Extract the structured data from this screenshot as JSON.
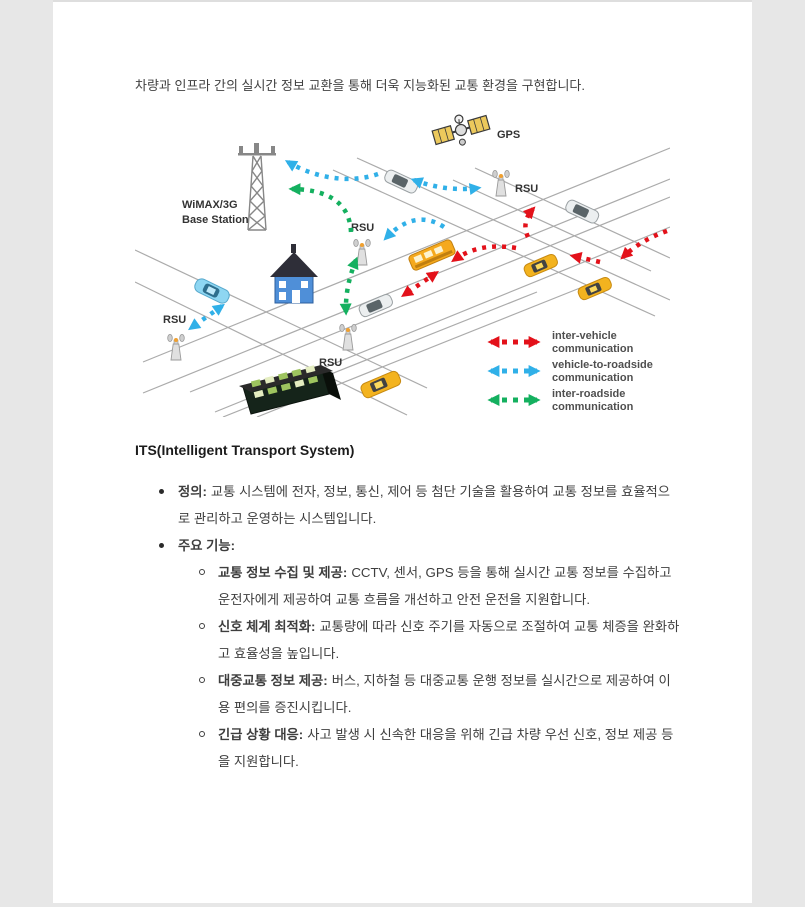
{
  "page": {
    "background_color": "#e7e7e7",
    "paper_color": "#ffffff"
  },
  "document": {
    "intro": "차량과 인프라 간의 실시간 정보 교환을 통해 더욱 지능화된 교통 환경을 구현합니다.",
    "heading": "ITS(Intelligent Transport System)",
    "definition": {
      "lead": "정의:",
      "text": "교통 시스템에 전자, 정보, 통신, 제어 등 첨단 기술을 활용하여 교통 정보를 효율적으로 관리하고 운영하는 시스템입니다."
    },
    "functions_lead": "주요 기능:",
    "functions": [
      {
        "lead": "교통 정보 수집 및 제공:",
        "text": "CCTV, 센서, GPS 등을 통해 실시간 교통 정보를 수집하고 운전자에게 제공하여 교통 흐름을 개선하고 안전 운전을 지원합니다."
      },
      {
        "lead": "신호 체계 최적화:",
        "text": "교통량에 따라 신호 주기를 자동으로 조절하여 교통 체증을 완화하고 효율성을 높입니다."
      },
      {
        "lead": "대중교통 정보 제공:",
        "text": "버스, 지하철 등 대중교통 운행 정보를 실시간으로 제공하여 이용 편의를 증진시킵니다."
      },
      {
        "lead": "긴급 상황 대응:",
        "text": "사고 발생 시 신속한 대응을 위해 긴급 차량 우선 신호, 정보 제공 등을 지원합니다."
      }
    ]
  },
  "diagram": {
    "gps_label": "GPS",
    "rsu_label": "RSU",
    "base_station_label_line1": "WiMAX/3G",
    "base_station_label_line2": "Base Station",
    "legend": [
      {
        "line1": "inter-vehicle",
        "line2": "communication"
      },
      {
        "line1": "vehicle-to-roadside",
        "line2": "communication"
      },
      {
        "line1": "inter-roadside",
        "line2": "communication"
      }
    ],
    "colors": {
      "inter_vehicle": "#e3111a",
      "vehicle_to_roadside": "#30b0e8",
      "inter_roadside": "#14b05f"
    }
  }
}
